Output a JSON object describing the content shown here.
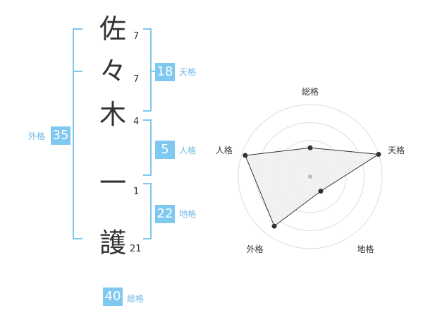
{
  "name": {
    "characters": [
      {
        "char": "佐",
        "strokes": "7"
      },
      {
        "char": "々",
        "strokes": "7"
      },
      {
        "char": "木",
        "strokes": "4"
      },
      {
        "char": "一",
        "strokes": "1"
      },
      {
        "char": "護",
        "strokes": "21"
      }
    ]
  },
  "fortunes": {
    "tenkaku": {
      "value": "18",
      "label": "天格"
    },
    "jinkaku": {
      "value": "5",
      "label": "人格"
    },
    "chikaku": {
      "value": "22",
      "label": "地格"
    },
    "gaikaku": {
      "value": "35",
      "label": "外格"
    },
    "soukaku": {
      "value": "40",
      "label": "総格"
    }
  },
  "colors": {
    "accent": "#7fc8f0",
    "label": "#6fb8e6",
    "text": "#333333",
    "grid": "#dddddd",
    "fill": "#eeeeee"
  },
  "chart_data": {
    "type": "radar",
    "axes": [
      "総格",
      "天格",
      "地格",
      "外格",
      "人格"
    ],
    "values": [
      0.4,
      1.0,
      0.25,
      0.85,
      0.95
    ],
    "rings": 4,
    "range": [
      0,
      1
    ]
  }
}
